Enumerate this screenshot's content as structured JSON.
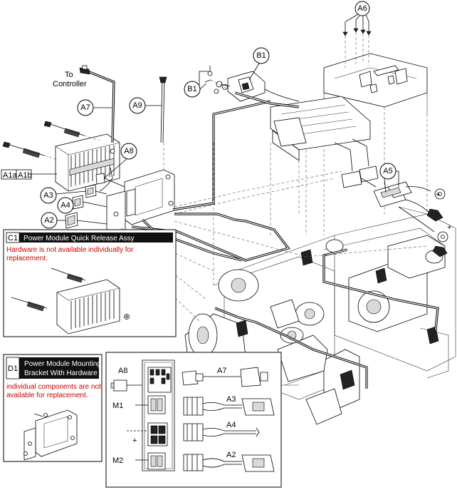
{
  "callouts": {
    "a6": "A6",
    "b1_top": "B1",
    "b1_left": "B1",
    "a7": "A7",
    "a9": "A9",
    "a8": "A8",
    "a3": "A3",
    "a4": "A4",
    "a2": "A2",
    "a5": "A5"
  },
  "labels": {
    "to": "To",
    "controller": "Controller",
    "a1a": "A1a",
    "a1b": "A1b",
    "plus_1": "+",
    "plus_2": "+",
    "minus": "−"
  },
  "box_c1": {
    "letter": "C1",
    "title": "Power Module Quick Release Assy",
    "note_line1": "Hardware is not available individually for",
    "note_line2": "replacement."
  },
  "box_d1": {
    "letter": "D1",
    "title_line1": "Power Module Mounting",
    "title_line2": "Bracket With Hardware",
    "note_line1": "individual components are not",
    "note_line2": "available for replacement."
  },
  "wiring_inset": {
    "a8": "A8",
    "a7": "A7",
    "m1": "M1",
    "a3": "A3",
    "a4": "A4",
    "plus": "+",
    "m2": "M2",
    "a2": "A2"
  }
}
